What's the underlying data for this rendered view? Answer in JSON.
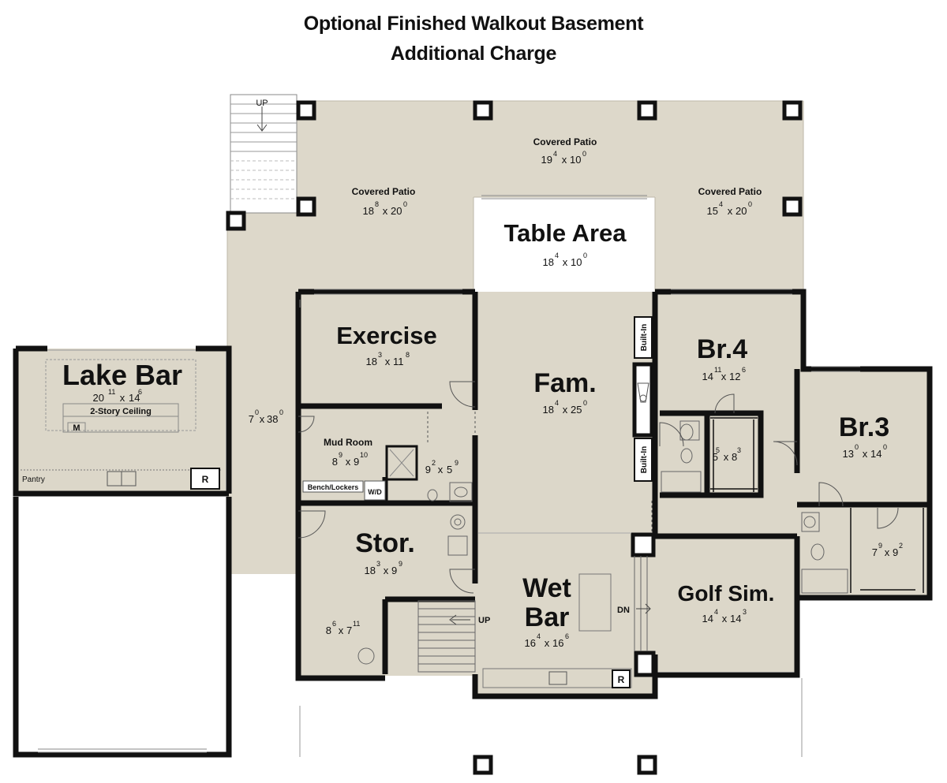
{
  "title": {
    "line1": "Optional Finished Walkout Basement",
    "line2": "Additional Charge"
  },
  "rooms": {
    "covered_patio_top": {
      "name": "Covered Patio",
      "w": "19",
      "w_in": "4",
      "d": "10",
      "d_in": "0"
    },
    "covered_patio_left": {
      "name": "Covered Patio",
      "w": "18",
      "w_in": "8",
      "d": "20",
      "d_in": "0"
    },
    "covered_patio_right": {
      "name": "Covered Patio",
      "w": "15",
      "w_in": "4",
      "d": "20",
      "d_in": "0"
    },
    "table_area": {
      "name": "Table Area",
      "w": "18",
      "w_in": "4",
      "d": "10",
      "d_in": "0"
    },
    "exercise": {
      "name": "Exercise",
      "w": "18",
      "w_in": "3",
      "d": "11",
      "d_in": "8"
    },
    "fam": {
      "name": "Fam.",
      "w": "18",
      "w_in": "4",
      "d": "25",
      "d_in": "0"
    },
    "br4": {
      "name": "Br.4",
      "w": "14",
      "w_in": "11",
      "d": "12",
      "d_in": "6"
    },
    "br3": {
      "name": "Br.3",
      "w": "13",
      "w_in": "0",
      "d": "14",
      "d_in": "0"
    },
    "lake_bar": {
      "name": "Lake Bar",
      "w": "20",
      "w_in": "11",
      "d": "14",
      "d_in": "6"
    },
    "corridor": {
      "w": "7",
      "w_in": "0",
      "d": "38",
      "d_in": "0"
    },
    "mud_room": {
      "name": "Mud Room",
      "w": "8",
      "w_in": "9",
      "d": "9",
      "d_in": "10"
    },
    "bath_mud": {
      "w": "9",
      "w_in": "2",
      "d": "5",
      "d_in": "9"
    },
    "bath_br4": {
      "w": "5",
      "w_in": "5",
      "d": "8",
      "d_in": "3"
    },
    "closet_br3": {
      "w": "7",
      "w_in": "9",
      "d": "9",
      "d_in": "2"
    },
    "stor": {
      "name": "Stor.",
      "w": "18",
      "w_in": "3",
      "d": "9",
      "d_in": "9"
    },
    "stor_small": {
      "w": "8",
      "w_in": "6",
      "d": "7",
      "d_in": "11"
    },
    "wet_bar": {
      "name_line1": "Wet",
      "name_line2": "Bar",
      "w": "16",
      "w_in": "4",
      "d": "16",
      "d_in": "6"
    },
    "golf_sim": {
      "name": "Golf Sim.",
      "w": "14",
      "w_in": "4",
      "d": "14",
      "d_in": "3"
    }
  },
  "labels": {
    "two_story_ceiling": "2-Story Ceiling",
    "m": "M",
    "pantry": "Pantry",
    "fridge_r": "R",
    "bench_lockers": "Bench/Lockers",
    "wd": "W/D",
    "built_in_1": "Built-In",
    "built_in_2": "Built-In",
    "stair_up_top": "UP",
    "stair_up_bottom": "UP",
    "stair_down": "DN",
    "x": "x"
  },
  "colors": {
    "floor": "#dcd7c9",
    "patio": "#ddd8ca",
    "wall": "#111111",
    "background": "#ffffff"
  }
}
